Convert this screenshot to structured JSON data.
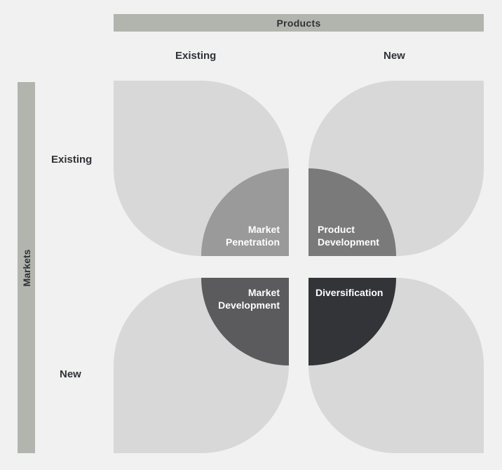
{
  "header": {
    "products_label": "Products",
    "markets_label": "Markets"
  },
  "columns": {
    "existing": "Existing",
    "new": "New"
  },
  "rows": {
    "existing": "Existing",
    "new": "New"
  },
  "quadrants": {
    "market_penetration": {
      "line1": "Market",
      "line2": "Penetration"
    },
    "product_development": {
      "line1": "Product",
      "line2": "Development"
    },
    "market_development": {
      "line1": "Market",
      "line2": "Development"
    },
    "diversification": {
      "line1": "Diversification"
    }
  },
  "colors": {
    "background": "#f1f1f1",
    "bar": "#b1b5ae",
    "petal": "#d8d8d8",
    "market_penetration": "#9a9a9a",
    "product_development": "#7a7a7a",
    "market_development": "#5b5a5c",
    "diversification": "#323438"
  }
}
